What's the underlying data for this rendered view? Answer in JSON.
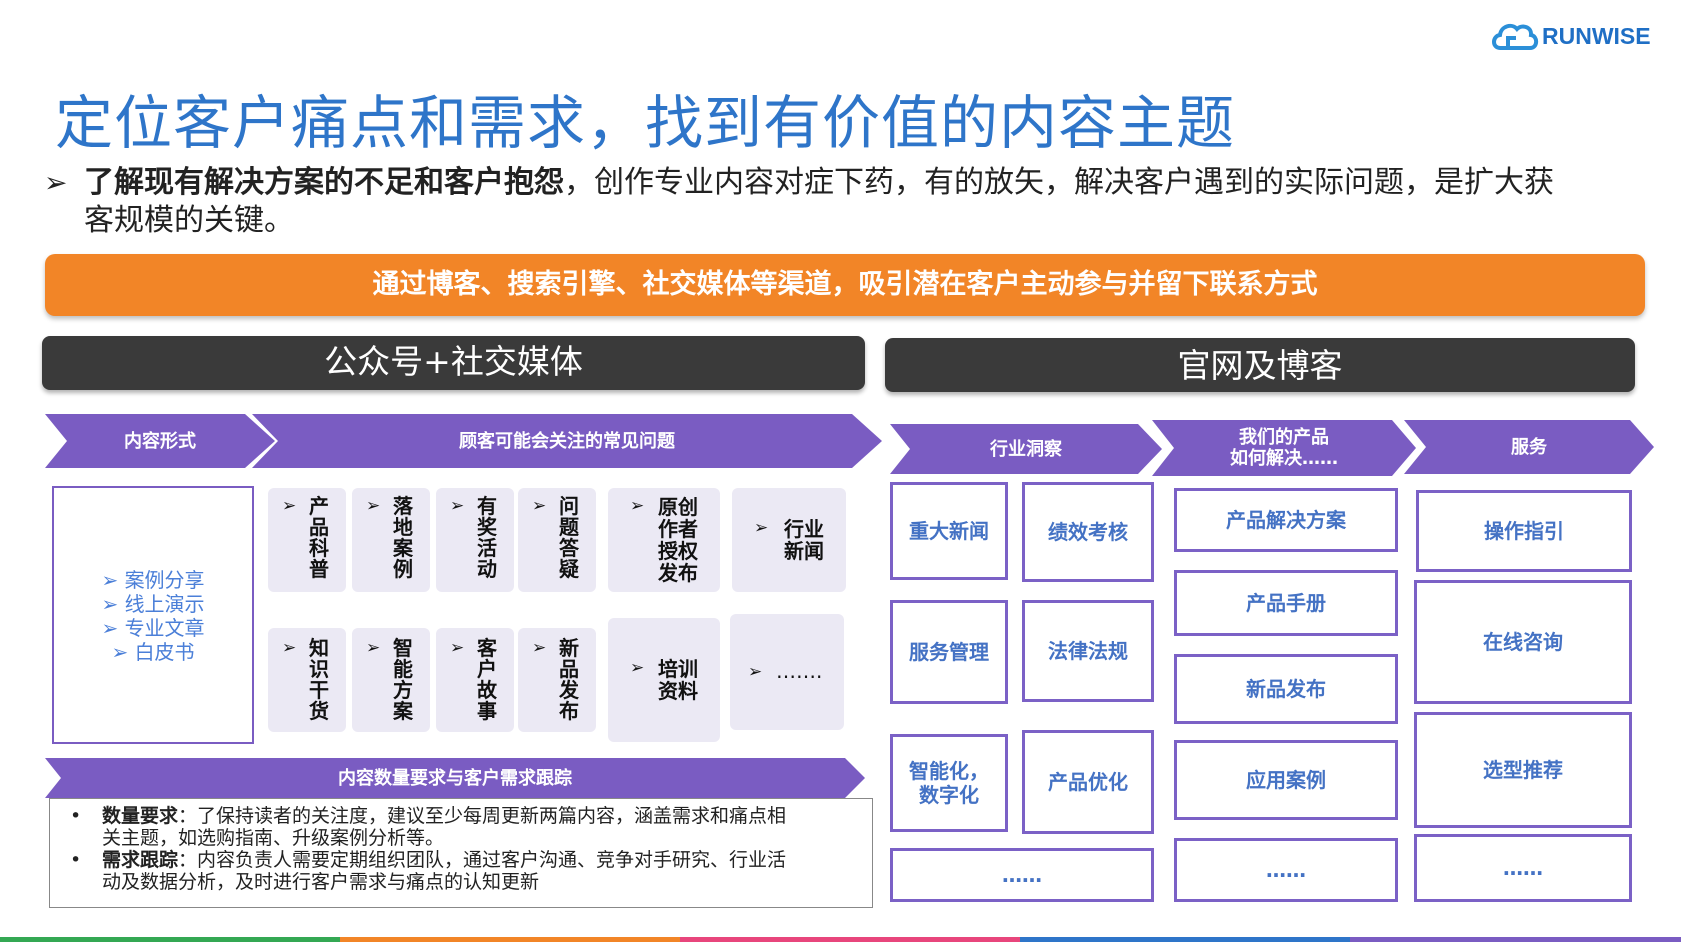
{
  "logo": {
    "text": "RUNWISE"
  },
  "title": "定位客户痛点和需求，找到有价值的内容主题",
  "bullet": {
    "arrow": "➢",
    "bold": "了解现有解决方案的不足和客户抱怨",
    "rest_line1": "，创作专业内容对症下药，有的放矢，解决客户遇到的实际问题，是扩大获",
    "rest_line2": "客规模的关键。"
  },
  "banner": "通过博客、搜索引擎、社交媒体等渠道，吸引潜在客户主动参与并留下联系方式",
  "left_section": {
    "header": "公众号+社交媒体",
    "chevron_form": "内容形式",
    "chevron_questions": "顾客可能会关注的常见问题",
    "forms": [
      "案例分享",
      "线上演示",
      "专业文章",
      "白皮书"
    ],
    "tiles_row1": [
      {
        "chars": [
          "产",
          "品",
          "科",
          "普"
        ]
      },
      {
        "chars": [
          "落",
          "地",
          "案",
          "例"
        ]
      },
      {
        "chars": [
          "有",
          "奖",
          "活",
          "动"
        ]
      },
      {
        "chars": [
          "问",
          "题",
          "答",
          "疑"
        ]
      },
      {
        "lines": [
          "原创",
          "作者",
          "授权",
          "发布"
        ]
      },
      {
        "lines": [
          "行业",
          "新闻"
        ]
      }
    ],
    "tiles_row2": [
      {
        "chars": [
          "知",
          "识",
          "干",
          "货"
        ]
      },
      {
        "chars": [
          "智",
          "能",
          "方",
          "案"
        ]
      },
      {
        "chars": [
          "客",
          "户",
          "故",
          "事"
        ]
      },
      {
        "chars": [
          "新",
          "品",
          "发",
          "布"
        ]
      },
      {
        "lines": [
          "培训",
          "资料"
        ]
      },
      {
        "lines": [
          "……."
        ]
      }
    ],
    "tracking_header": "内容数量要求与客户需求跟踪",
    "notes": [
      {
        "bold": "数量要求",
        "line1": "：了保持读者的关注度，建议至少每周更新两篇内容，涵盖需求和痛点相",
        "line2": "关主题，如选购指南、升级案例分析等。"
      },
      {
        "bold": "需求跟踪",
        "line1": "：内容负责人需要定期组织团队，通过客户沟通、竞争对手研究、行业活",
        "line2": "动及数据分析，及时进行客户需求与痛点的认知更新"
      }
    ]
  },
  "right_section": {
    "header": "官网及博客",
    "chevrons": [
      {
        "lines": [
          "行业洞察"
        ]
      },
      {
        "lines": [
          "我们的产品",
          "如何解决……"
        ]
      },
      {
        "lines": [
          "服务"
        ]
      }
    ],
    "industry": [
      [
        "重大新闻"
      ],
      [
        "绩效考核"
      ],
      [
        "服务管理"
      ],
      [
        "法律法规"
      ],
      [
        "智能化，",
        "数字化"
      ],
      [
        "产品优化"
      ]
    ],
    "industry_more": "……",
    "products": [
      "产品解决方案",
      "产品手册",
      "新品发布",
      "应用案例",
      "……"
    ],
    "services": [
      "操作指引",
      "在线咨询",
      "选型推荐",
      "……"
    ]
  },
  "colors": {
    "title_blue": "#2e75c9",
    "orange": "#f28527",
    "dark_bar": "#3a3a3a",
    "purple": "#7a5cc2",
    "box_text_blue": "#4472c4",
    "tile_bg": "#ebe9f4"
  }
}
